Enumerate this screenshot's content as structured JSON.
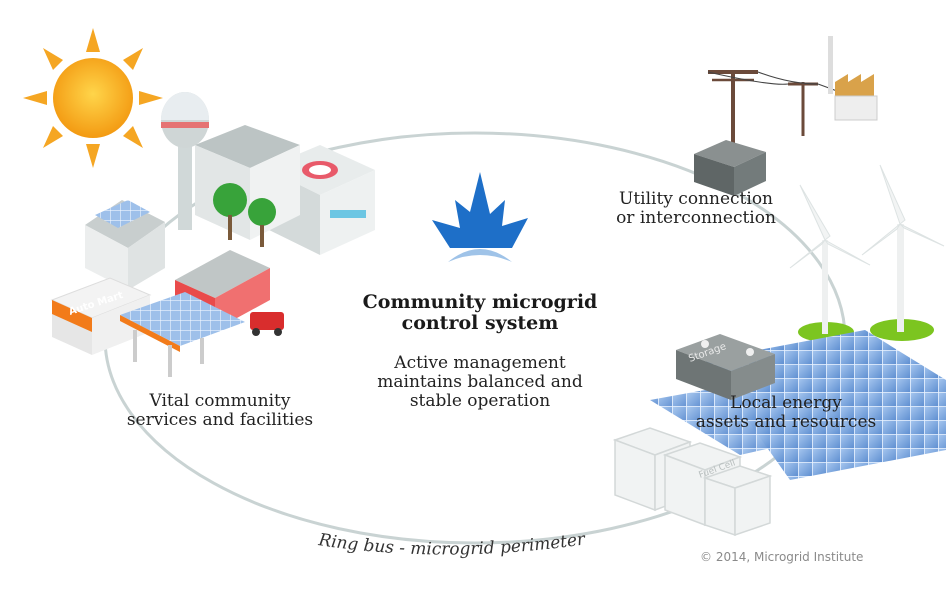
{
  "diagram": {
    "center": {
      "title_lines": [
        "Community microgrid",
        "control system"
      ],
      "subtitle_lines": [
        "Active management",
        "maintains balanced and",
        "stable operation"
      ]
    },
    "utility": {
      "lines": [
        "Utility connection",
        "or interconnection"
      ]
    },
    "community": {
      "lines": [
        "Vital community",
        "services and facilities"
      ]
    },
    "local": {
      "lines": [
        "Local energy",
        "assets and resources"
      ]
    },
    "ring_label": "Ring bus - microgrid perimeter",
    "copyright": "© 2014, Microgrid Institute",
    "building_signs": {
      "store": "Auto Mart",
      "storage": "Storage",
      "fuel_cell": "Fuel Cell"
    },
    "colors": {
      "logo_blue": "#1e6fc8",
      "sun": "#f5a623",
      "ring": "#c9d3d3",
      "grass": "#7cc520",
      "panel": "#8fb6e8"
    }
  }
}
